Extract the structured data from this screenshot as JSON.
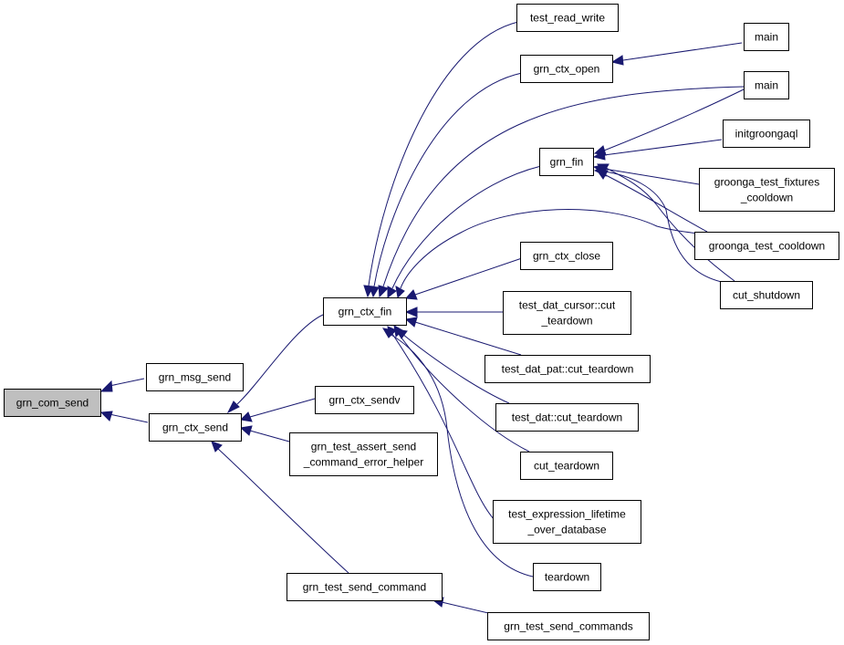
{
  "diagram": {
    "colors": {
      "edge": "#191970",
      "node_border": "#000000",
      "node_fill": "#ffffff",
      "root_fill": "#bfbfbf",
      "text": "#000000"
    },
    "nodes": [
      {
        "id": "grn_com_send",
        "lines": [
          "grn_com_send"
        ],
        "root": true
      },
      {
        "id": "grn_msg_send",
        "lines": [
          "grn_msg_send"
        ]
      },
      {
        "id": "grn_ctx_send",
        "lines": [
          "grn_ctx_send"
        ]
      },
      {
        "id": "grn_ctx_fin",
        "lines": [
          "grn_ctx_fin"
        ]
      },
      {
        "id": "grn_ctx_sendv",
        "lines": [
          "grn_ctx_sendv"
        ]
      },
      {
        "id": "grn_test_assert_send_command_error_helper",
        "lines": [
          "grn_test_assert_send",
          "_command_error_helper"
        ]
      },
      {
        "id": "grn_test_send_command",
        "lines": [
          "grn_test_send_command"
        ]
      },
      {
        "id": "grn_test_send_commands",
        "lines": [
          "grn_test_send_commands"
        ]
      },
      {
        "id": "test_read_write",
        "lines": [
          "test_read_write"
        ]
      },
      {
        "id": "grn_ctx_open",
        "lines": [
          "grn_ctx_open"
        ]
      },
      {
        "id": "grn_fin",
        "lines": [
          "grn_fin"
        ]
      },
      {
        "id": "grn_ctx_close",
        "lines": [
          "grn_ctx_close"
        ]
      },
      {
        "id": "test_dat_cursor_cut_teardown",
        "lines": [
          "test_dat_cursor::cut",
          "_teardown"
        ]
      },
      {
        "id": "test_dat_pat_cut_teardown",
        "lines": [
          "test_dat_pat::cut_teardown"
        ]
      },
      {
        "id": "test_dat_cut_teardown",
        "lines": [
          "test_dat::cut_teardown"
        ]
      },
      {
        "id": "cut_teardown",
        "lines": [
          "cut_teardown"
        ]
      },
      {
        "id": "test_expression_lifetime_over_database",
        "lines": [
          "test_expression_lifetime",
          "_over_database"
        ]
      },
      {
        "id": "teardown",
        "lines": [
          "teardown"
        ]
      },
      {
        "id": "main_1",
        "lines": [
          "main"
        ]
      },
      {
        "id": "main_2",
        "lines": [
          "main"
        ]
      },
      {
        "id": "initgroongaql",
        "lines": [
          "initgroongaql"
        ]
      },
      {
        "id": "groonga_test_fixtures_cooldown",
        "lines": [
          "groonga_test_fixtures",
          "_cooldown"
        ]
      },
      {
        "id": "groonga_test_cooldown",
        "lines": [
          "groonga_test_cooldown"
        ]
      },
      {
        "id": "cut_shutdown",
        "lines": [
          "cut_shutdown"
        ]
      }
    ]
  }
}
